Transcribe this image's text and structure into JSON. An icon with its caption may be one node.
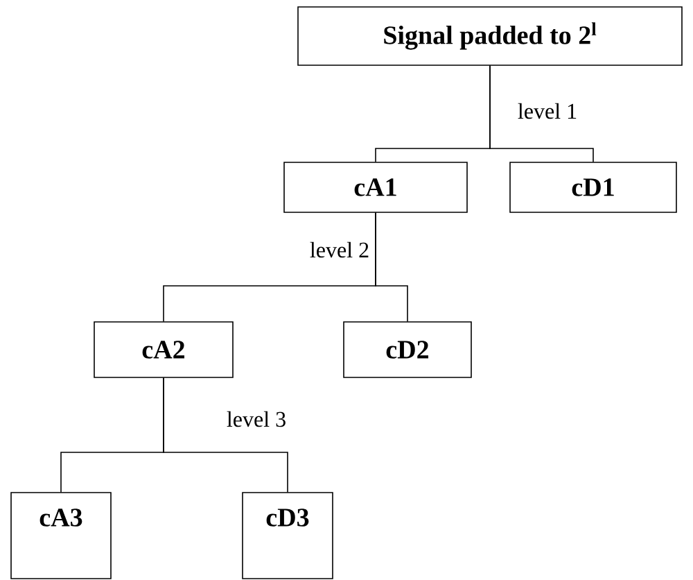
{
  "diagram": {
    "nodes": [
      {
        "text": [
          "Signal padded to 2$^{l}$"
        ]
      },
      {
        "text": [
          "cA1"
        ]
      },
      {
        "text": [
          "cD1"
        ]
      },
      {
        "text": [
          "cA2"
        ]
      },
      {
        "text": [
          "cD2"
        ]
      },
      {
        "text": [
          "cA3"
        ]
      },
      {
        "text": [
          "cD3"
        ]
      }
    ],
    "edges": [
      {
        "from": 0,
        "to": 1,
        "arrow": "none"
      },
      {
        "from": 0,
        "to": 2,
        "arrow": "none"
      },
      {
        "from": 1,
        "to": 3,
        "arrow": "none"
      },
      {
        "from": 1,
        "to": 4,
        "arrow": "none"
      },
      {
        "from": 3,
        "to": 5,
        "arrow": "none"
      },
      {
        "from": 3,
        "to": 6,
        "arrow": "none"
      }
    ],
    "labels": [
      "level 1",
      "level 2",
      "level 3"
    ]
  }
}
